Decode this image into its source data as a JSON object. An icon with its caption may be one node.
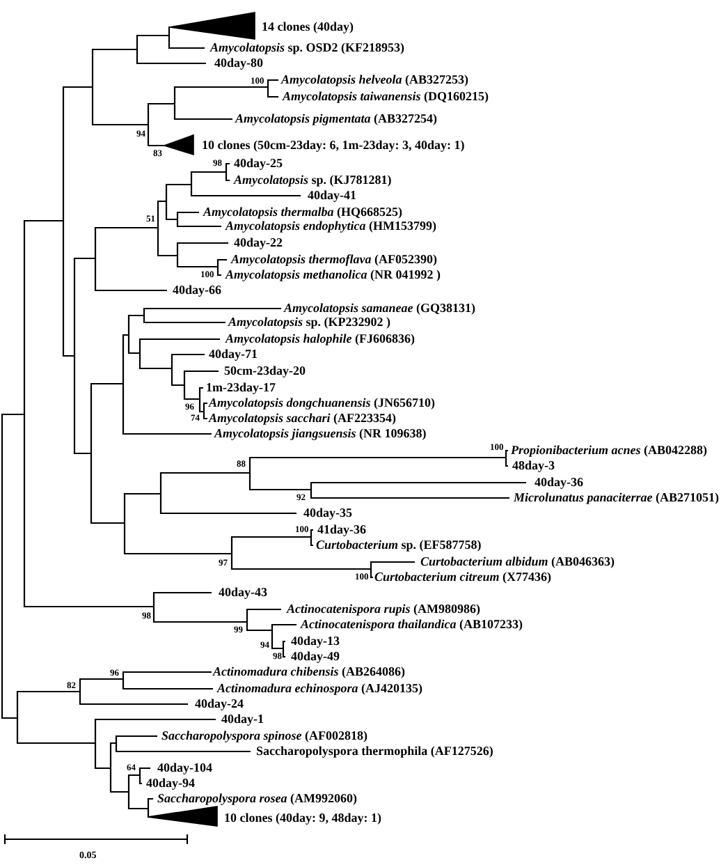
{
  "diagram": {
    "labels": [
      "14 clones (40day)",
      "*Amycolatopsis* sp. OSD2 (KF218953)",
      "40day-80",
      "100",
      "*Amycolatopsis helveola* (AB327253)",
      "*Amycolatopsis taiwanensis* (DQ160215)",
      "*Amycolatopsis pigmentata* (AB327254)",
      "94",
      "10 clones (50cm-23day: 6, 1m-23day: 3, 40day: 1)",
      "83",
      "98",
      "40day-25",
      "*Amycolatopsis* sp. (KJ781281)",
      "40day-41",
      "*Amycolatopsis thermalba* (HQ668525)",
      "51",
      "*Amycolatopsis endophytica* (HM153799)",
      "40day-22",
      "*Amycolatopsis thermoflava* (AF052390)",
      "100",
      "*Amycolatopsis methanolica* (NR 041992 )",
      "40day-66",
      "*Amycolatopsis samaneae* (GQ38131)",
      "*Amycolatopsis* sp. (KP232902 )",
      "*Amycolatopsis halophile* (FJ606836)",
      "40day-71",
      "50cm-23day-20",
      "1m-23day-17",
      "*Amycolatopsis dongchuanensis* (JN656710)",
      "96",
      "74",
      "*Amycolatopsis sacchari* (AF223354)",
      "*Amycolatopsis jiangsuensis* (NR 109638)",
      "100",
      "*Propionibacterium acnes* (AB042288)",
      "88",
      "48day-3",
      "40day-36",
      "92",
      "*Microlunatus panaciterrae* (AB271051)",
      "40day-35",
      "100",
      "41day-36",
      "*Curtobacterium* sp. (EF587758)",
      "*Curtobacterium albidum* (AB046363)",
      "97",
      "100",
      "*Curtobacterium citreum* (X77436)",
      "40day-43",
      "*Actinocatenispora rupis* (AM980986)",
      "98",
      "*Actinocatenispora thailandica* (AB107233)",
      "99",
      "40day-13",
      "94",
      "98",
      "40day-49",
      "96",
      "*Actinomadura chibensis* (AB264086)",
      "82",
      "*Actinomadura echinospora* (AJ420135)",
      "40day-24",
      "40day-1",
      "*Saccharopolyspora spinose* (AF002818)",
      "Saccharopolyspora thermophila (AF127526)",
      "64",
      "40day-104",
      "40day-94",
      "*Saccharopolyspora rosea* (AM992060)",
      "10 clones (40day: 9, 48day: 1)",
      "0.05"
    ]
  }
}
